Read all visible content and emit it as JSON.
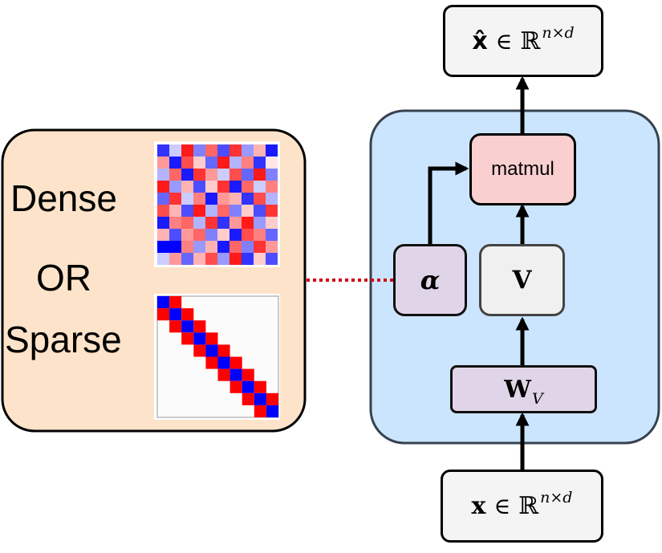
{
  "left_panel": {
    "dense_label": "Dense",
    "or_label": "OR",
    "sparse_label": "Sparse",
    "dense_matrix_rows": [
      [
        -0.8,
        -0.2,
        0.9,
        -0.5,
        0.6,
        -0.7,
        0.8,
        -0.4,
        0.3,
        -0.9
      ],
      [
        0.4,
        -0.9,
        0.7,
        0.2,
        -0.6,
        0.9,
        -0.3,
        0.5,
        -0.8,
        0.1
      ],
      [
        -0.3,
        0.6,
        -0.9,
        0.8,
        0.4,
        -0.2,
        0.7,
        -0.6,
        0.9,
        -0.5
      ],
      [
        0.9,
        -0.4,
        0.3,
        -0.7,
        0.2,
        0.8,
        -0.9,
        0.6,
        -0.2,
        0.5
      ],
      [
        -0.6,
        0.8,
        -0.2,
        0.5,
        -0.9,
        0.4,
        0.3,
        -0.8,
        0.7,
        -0.3
      ],
      [
        0.7,
        0.3,
        -0.7,
        0.9,
        -0.3,
        0.6,
        -0.5,
        0.2,
        -0.7,
        0.8
      ],
      [
        -0.9,
        0.5,
        0.6,
        -0.3,
        0.8,
        -0.8,
        0.4,
        0.9,
        -0.4,
        0.2
      ],
      [
        0.3,
        -0.7,
        0.4,
        0.6,
        -0.5,
        0.2,
        -0.9,
        0.7,
        0.5,
        -0.6
      ],
      [
        -1.0,
        -1.0,
        0.5,
        -0.4,
        0.3,
        -0.9,
        0.6,
        -0.5,
        0.8,
        0.4
      ],
      [
        -0.2,
        0.4,
        -0.6,
        0.3,
        0.7,
        -0.4,
        0.9,
        -0.8,
        0.2,
        -0.7
      ]
    ]
  },
  "pipeline": {
    "output_label": {
      "base": "x̂",
      "op": "∈",
      "set": "ℝ",
      "sup": "n×d"
    },
    "matmul_label": "matmul",
    "alpha_label": "α",
    "v_label": "V",
    "wv_label": {
      "base": "W",
      "sub": "V"
    },
    "input_label": {
      "base": "x",
      "op": "∈",
      "set": "ℝ",
      "sup": "n×d"
    }
  },
  "colors": {
    "left_panel_fill": "#fde3c9",
    "module_fill": "#cce5fe",
    "module_border": "#36424f",
    "matmul_fill": "#f9cfd0",
    "alpha_fill": "#e0d5e8",
    "v_fill": "#f0f0f0",
    "wv_fill": "#e0d5e8",
    "io_fill": "#f4f4f4",
    "dotted_line": "#d0021b",
    "red": "#ff0000",
    "blue": "#0000ff"
  }
}
